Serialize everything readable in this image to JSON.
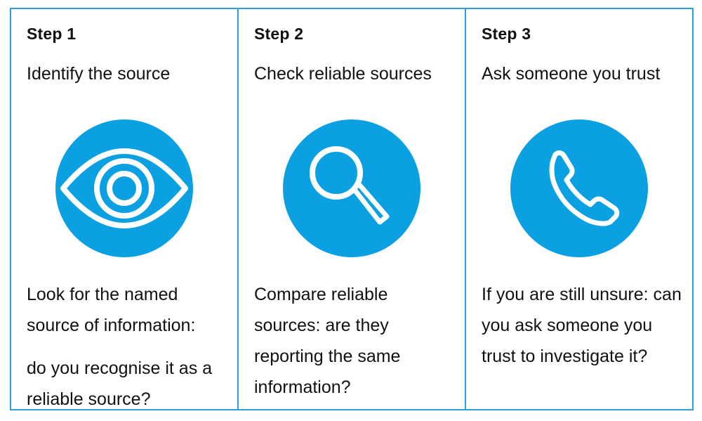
{
  "steps": [
    {
      "label": "Step 1",
      "heading": "Identify the source",
      "icon": "eye-icon",
      "paragraphs": [
        "Look for the named source of information:",
        "do you recognise it as a reliable source?"
      ]
    },
    {
      "label": "Step 2",
      "heading": "Check reliable sources",
      "icon": "magnifying-glass-icon",
      "paragraphs": [
        "Compare reliable sources: are they reporting the same information?"
      ]
    },
    {
      "label": "Step 3",
      "heading": "Ask someone you trust",
      "icon": "phone-icon",
      "paragraphs": [
        "If you are still unsure: can you ask someone you trust to investigate it?"
      ]
    }
  ],
  "colors": {
    "border": "#2ea0df",
    "icon_circle": "#0aa0e2",
    "icon_stroke": "#ffffff",
    "text": "#111111"
  }
}
